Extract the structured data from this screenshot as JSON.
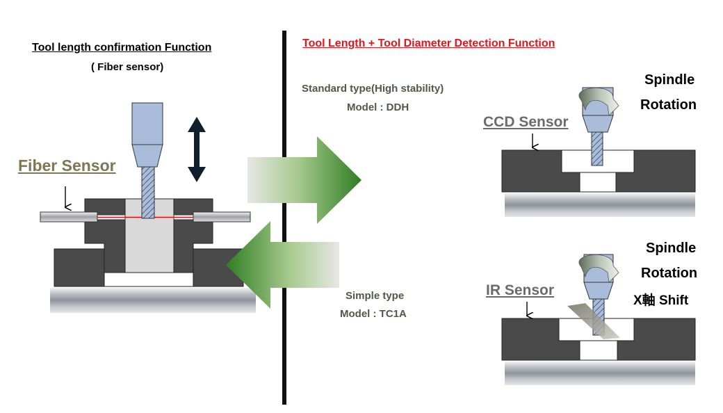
{
  "left_panel": {
    "title": "Tool length confirmation Function",
    "subtitle": "( Fiber sensor)",
    "sensor_label": "Fiber Sensor"
  },
  "right_panel": {
    "title": "Tool Length + Tool Diameter Detection Function",
    "standard_type": "Standard type(High stability)",
    "standard_model": "Model : DDH",
    "simple_type": "Simple type",
    "simple_model": "Model : TC1A",
    "ccd": {
      "sensor_label": "CCD Sensor",
      "spindle_line1": "Spindle",
      "spindle_line2": "Rotation"
    },
    "ir": {
      "sensor_label": "IR  Sensor",
      "spindle_line1": "Spindle",
      "spindle_line2": "Rotation",
      "shift_label": "X軸 Shift"
    }
  },
  "colors": {
    "title_red": "#e8141b",
    "fiber_label": "#7d7755",
    "sensor_label_gray": "#6b6b6b",
    "label_green": "#4f5a45",
    "block_dark": "#4a4a4a",
    "tool_blue": "#a9bddb",
    "arrow_green": "#3f8f2f"
  }
}
